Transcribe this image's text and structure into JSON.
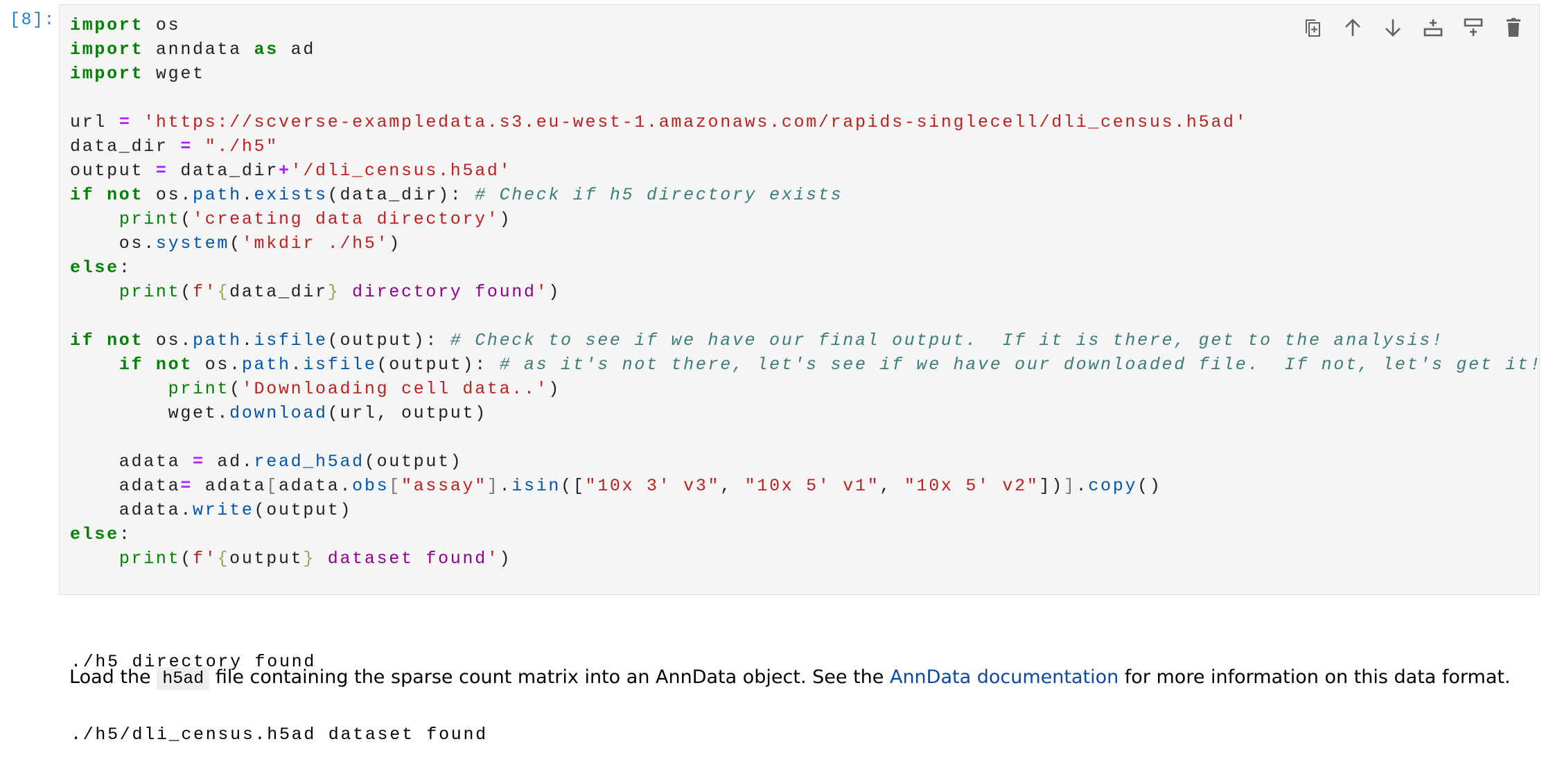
{
  "cell": {
    "prompt": "[8]:",
    "toolbar": [
      {
        "name": "duplicate-cell",
        "icon": "copy-plus-icon"
      },
      {
        "name": "move-up",
        "icon": "arrow-up-icon"
      },
      {
        "name": "move-down",
        "icon": "arrow-down-icon"
      },
      {
        "name": "insert-above",
        "icon": "insert-above-icon"
      },
      {
        "name": "insert-below",
        "icon": "insert-below-icon"
      },
      {
        "name": "delete-cell",
        "icon": "trash-icon"
      }
    ],
    "code_lines": [
      [
        [
          "k",
          "import"
        ],
        [
          "n",
          " os"
        ]
      ],
      [
        [
          "k",
          "import"
        ],
        [
          "n",
          " anndata "
        ],
        [
          "k",
          "as"
        ],
        [
          "n",
          " ad"
        ]
      ],
      [
        [
          "k",
          "import"
        ],
        [
          "n",
          " wget"
        ]
      ],
      [],
      [
        [
          "n",
          "url "
        ],
        [
          "o",
          "="
        ],
        [
          "n",
          " "
        ],
        [
          "s",
          "'https://scverse-exampledata.s3.eu-west-1.amazonaws.com/rapids-singlecell/dli_census.h5ad'"
        ]
      ],
      [
        [
          "n",
          "data_dir "
        ],
        [
          "o",
          "="
        ],
        [
          "n",
          " "
        ],
        [
          "s",
          "\"./h5\""
        ]
      ],
      [
        [
          "n",
          "output "
        ],
        [
          "o",
          "="
        ],
        [
          "n",
          " data_dir"
        ],
        [
          "o",
          "+"
        ],
        [
          "s",
          "'/dli_census.h5ad'"
        ]
      ],
      [
        [
          "k",
          "if"
        ],
        [
          "n",
          " "
        ],
        [
          "k",
          "not"
        ],
        [
          "n",
          " os."
        ],
        [
          "a",
          "path"
        ],
        [
          "n",
          "."
        ],
        [
          "a",
          "exists"
        ],
        [
          "n",
          "(data_dir): "
        ],
        [
          "c",
          "# Check if h5 directory exists"
        ]
      ],
      [
        [
          "n",
          "    "
        ],
        [
          "b",
          "print"
        ],
        [
          "n",
          "("
        ],
        [
          "s",
          "'creating data directory'"
        ],
        [
          "n",
          ")"
        ]
      ],
      [
        [
          "n",
          "    os."
        ],
        [
          "a",
          "system"
        ],
        [
          "n",
          "("
        ],
        [
          "s",
          "'mkdir ./h5'"
        ],
        [
          "n",
          ")"
        ]
      ],
      [
        [
          "k",
          "else"
        ],
        [
          "n",
          ":"
        ]
      ],
      [
        [
          "n",
          "    "
        ],
        [
          "b",
          "print"
        ],
        [
          "n",
          "("
        ],
        [
          "s",
          "f'"
        ],
        [
          "i",
          "{"
        ],
        [
          "n",
          "data_dir"
        ],
        [
          "i",
          "}"
        ],
        [
          "f",
          " directory found"
        ],
        [
          "s",
          "'"
        ],
        [
          "n",
          ")"
        ]
      ],
      [],
      [
        [
          "k",
          "if"
        ],
        [
          "n",
          " "
        ],
        [
          "k",
          "not"
        ],
        [
          "n",
          " os."
        ],
        [
          "a",
          "path"
        ],
        [
          "n",
          "."
        ],
        [
          "a",
          "isfile"
        ],
        [
          "n",
          "(output): "
        ],
        [
          "c",
          "# Check to see if we have our final output.  If it is there, get to the analysis!"
        ]
      ],
      [
        [
          "n",
          "    "
        ],
        [
          "k",
          "if"
        ],
        [
          "n",
          " "
        ],
        [
          "k",
          "not"
        ],
        [
          "n",
          " os."
        ],
        [
          "a",
          "path"
        ],
        [
          "n",
          "."
        ],
        [
          "a",
          "isfile"
        ],
        [
          "n",
          "(output): "
        ],
        [
          "c",
          "# as it's not there, let's see if we have our downloaded file.  If not, let's get it!"
        ]
      ],
      [
        [
          "n",
          "        "
        ],
        [
          "b",
          "print"
        ],
        [
          "n",
          "("
        ],
        [
          "s",
          "'Downloading cell data..'"
        ],
        [
          "n",
          ")"
        ]
      ],
      [
        [
          "n",
          "        wget."
        ],
        [
          "a",
          "download"
        ],
        [
          "n",
          "(url, output)"
        ]
      ],
      [],
      [
        [
          "n",
          "    adata "
        ],
        [
          "o",
          "="
        ],
        [
          "n",
          " ad."
        ],
        [
          "a",
          "read_h5ad"
        ],
        [
          "n",
          "(output)"
        ]
      ],
      [
        [
          "n",
          "    adata"
        ],
        [
          "o",
          "="
        ],
        [
          "n",
          " adata"
        ],
        [
          "g",
          "["
        ],
        [
          "n",
          "adata."
        ],
        [
          "a",
          "obs"
        ],
        [
          "g",
          "["
        ],
        [
          "s",
          "\"assay\""
        ],
        [
          "g",
          "]"
        ],
        [
          "n",
          "."
        ],
        [
          "a",
          "isin"
        ],
        [
          "n",
          "(["
        ],
        [
          "s",
          "\"10x 3' v3\""
        ],
        [
          "n",
          ", "
        ],
        [
          "s",
          "\"10x 5' v1\""
        ],
        [
          "n",
          ", "
        ],
        [
          "s",
          "\"10x 5' v2\""
        ],
        [
          "n",
          "])"
        ],
        [
          "g",
          "]"
        ],
        [
          "n",
          "."
        ],
        [
          "a",
          "copy"
        ],
        [
          "n",
          "()"
        ]
      ],
      [
        [
          "n",
          "    adata."
        ],
        [
          "a",
          "write"
        ],
        [
          "n",
          "(output)"
        ]
      ],
      [
        [
          "k",
          "else"
        ],
        [
          "n",
          ":"
        ]
      ],
      [
        [
          "n",
          "    "
        ],
        [
          "b",
          "print"
        ],
        [
          "n",
          "("
        ],
        [
          "s",
          "f'"
        ],
        [
          "i",
          "{"
        ],
        [
          "n",
          "output"
        ],
        [
          "i",
          "}"
        ],
        [
          "f",
          " dataset found"
        ],
        [
          "s",
          "'"
        ],
        [
          "n",
          ")"
        ]
      ]
    ]
  },
  "output": {
    "lines": [
      "./h5 directory found",
      "./h5/dli_census.h5ad dataset found"
    ]
  },
  "markdown": {
    "text_before": "Load the ",
    "code": "h5ad",
    "text_middle": " file containing the sparse count matrix into an AnnData object. See the ",
    "link": "AnnData documentation",
    "text_after": " for more information on this data format."
  }
}
